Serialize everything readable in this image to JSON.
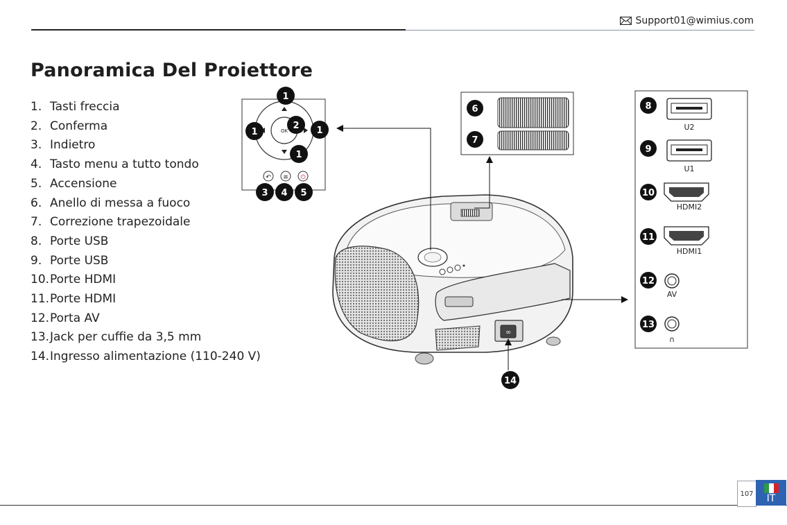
{
  "header": {
    "email": "Support01@wimius.com",
    "email_icon": "envelope-icon"
  },
  "title": "Panoramica Del Proiettore",
  "features": [
    {
      "num": "1.",
      "label": "Tasti freccia"
    },
    {
      "num": "2.",
      "label": "Conferma"
    },
    {
      "num": "3.",
      "label": "Indietro"
    },
    {
      "num": "4.",
      "label": "Tasto menu a tutto tondo"
    },
    {
      "num": "5.",
      "label": "Accensione"
    },
    {
      "num": "6.",
      "label": "Anello di messa a fuoco"
    },
    {
      "num": "7.",
      "label": "Correzione trapezoidale"
    },
    {
      "num": "8.",
      "label": "Porte USB"
    },
    {
      "num": "9.",
      "label": "Porte USB"
    },
    {
      "num": "10.",
      "label": "Porte HDMI"
    },
    {
      "num": "11.",
      "label": "Porte HDMI"
    },
    {
      "num": "12.",
      "label": "Porta AV"
    },
    {
      "num": "13.",
      "label": "Jack per cuffie da 3,5 mm"
    },
    {
      "num": "14.",
      "label": "Ingresso alimentazione (110-240 V)"
    }
  ],
  "diagram": {
    "control_panel": {
      "ok_label": "OK",
      "badges": {
        "up": "1",
        "left": "1",
        "right": "1",
        "down": "1",
        "ok": "2",
        "back": "3",
        "menu": "4",
        "power": "5"
      }
    },
    "focus_panel": {
      "focus_badge": "6",
      "keystone_badge": "7"
    },
    "ports_panel": {
      "usb2": {
        "badge": "8",
        "label": "U2"
      },
      "usb1": {
        "badge": "9",
        "label": "U1"
      },
      "hdmi2": {
        "badge": "10",
        "label": "HDMI2"
      },
      "hdmi1": {
        "badge": "11",
        "label": "HDMI1"
      },
      "av": {
        "badge": "12",
        "label": "AV"
      },
      "headphone": {
        "badge": "13",
        "label": "∩"
      }
    },
    "power_badge": "14"
  },
  "footer": {
    "page_number": "107",
    "language": "IT",
    "flag_colors": [
      "#2e9a46",
      "#ffffff",
      "#d3232a"
    ],
    "accent_color": "#2e63b2"
  }
}
